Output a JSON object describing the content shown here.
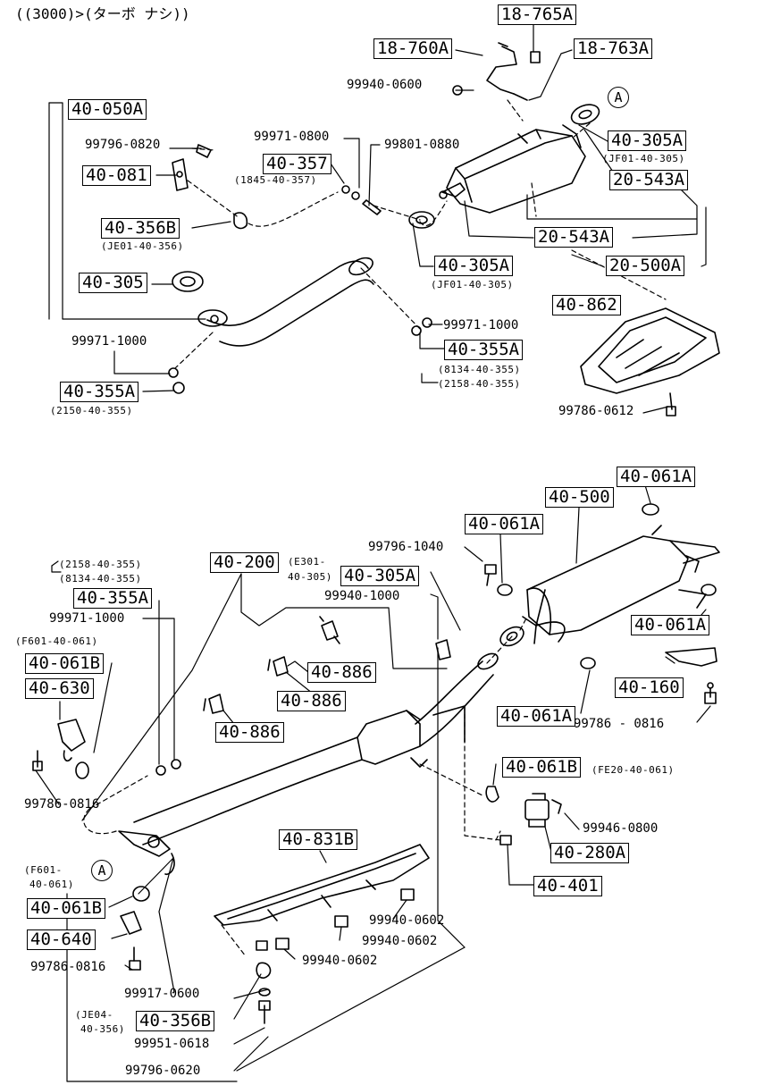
{
  "title": "((3000)>(ターボ ナシ))",
  "callouts": [
    "A",
    "A"
  ],
  "part_numbers": {
    "p18765A": "18-765A",
    "p18760A": "18-760A",
    "p18763A": "18-763A",
    "p99940_0600": "99940-0600",
    "p40050A": "40-050A",
    "p99796_0820": "99796-0820",
    "p40305A_1": "40-305A",
    "p40305A_1_sub": "(JF01-40-305)",
    "p99971_0800": "99971-0800",
    "p99801_0880": "99801-0880",
    "p40357": "40-357",
    "p40357_sub": "(1845-40-357)",
    "p40081": "40-081",
    "p20543A_1": "20-543A",
    "p40356B_1": "40-356B",
    "p40356B_1_sub": "(JE01-40-356)",
    "p20543A_2": "20-543A",
    "p20500A": "20-500A",
    "p40305A_2": "40-305A",
    "p40305A_2_sub": "(JF01-40-305)",
    "p40305": "40-305",
    "p40862": "40-862",
    "p99971_1000_1": "99971-1000",
    "p99971_1000_2": "99971-1000",
    "p40355A_1": "40-355A",
    "p40355A_1_sub1": "(8134-40-355)",
    "p40355A_1_sub2": "(2158-40-355)",
    "p40355A_2": "40-355A",
    "p40355A_2_sub": "(2150-40-355)",
    "p99786_0612": "99786-0612",
    "p40061A_1": "40-061A",
    "p40500": "40-500",
    "p40061A_2": "40-061A",
    "p99796_1040": "99796-1040",
    "p40200": "40-200",
    "p40305A_3_sub1": "(E301-",
    "p40305A_3_sub2": "40-305)",
    "p40305A_3": "40-305A",
    "p99940_1000": "99940-1000",
    "p40355A_3_sub1": "(2158-40-355)",
    "p40355A_3_sub2": "(8134-40-355)",
    "p40355A_3": "40-355A",
    "p99971_1000_3": "99971-1000",
    "p40061B_1_sub": "(F601-40-061)",
    "p40061B_1": "40-061B",
    "p40630": "40-630",
    "p40886_1": "40-886",
    "p40886_2": "40-886",
    "p40886_3": "40-886",
    "p40061A_3": "40-061A",
    "p40160": "40-160",
    "p99786_0816_1": "99786 - 0816",
    "p40061A_4": "40-061A",
    "p99786_0816_2": "99786-0816",
    "p40061B_2": "40-061B",
    "p40061B_2_sub": "(FE20-40-061)",
    "p99946_0800": "99946-0800",
    "p40280A": "40-280A",
    "p40401": "40-401",
    "p40831B": "40-831B",
    "p40061B_3_sub1": "(F601-",
    "p40061B_3_sub2": "40-061)",
    "p40061B_3": "40-061B",
    "p40640": "40-640",
    "p99786_0816_3": "99786-0816",
    "p99940_0602_1": "99940-0602",
    "p99940_0602_2": "99940-0602",
    "p99940_0602_3": "99940-0602",
    "p99917_0600": "99917-0600",
    "p40356B_2_sub1": "(JE04-",
    "p40356B_2_sub2": "40-356)",
    "p40356B_2": "40-356B",
    "p99951_0618": "99951-0618",
    "p99796_0620": "99796-0620"
  }
}
